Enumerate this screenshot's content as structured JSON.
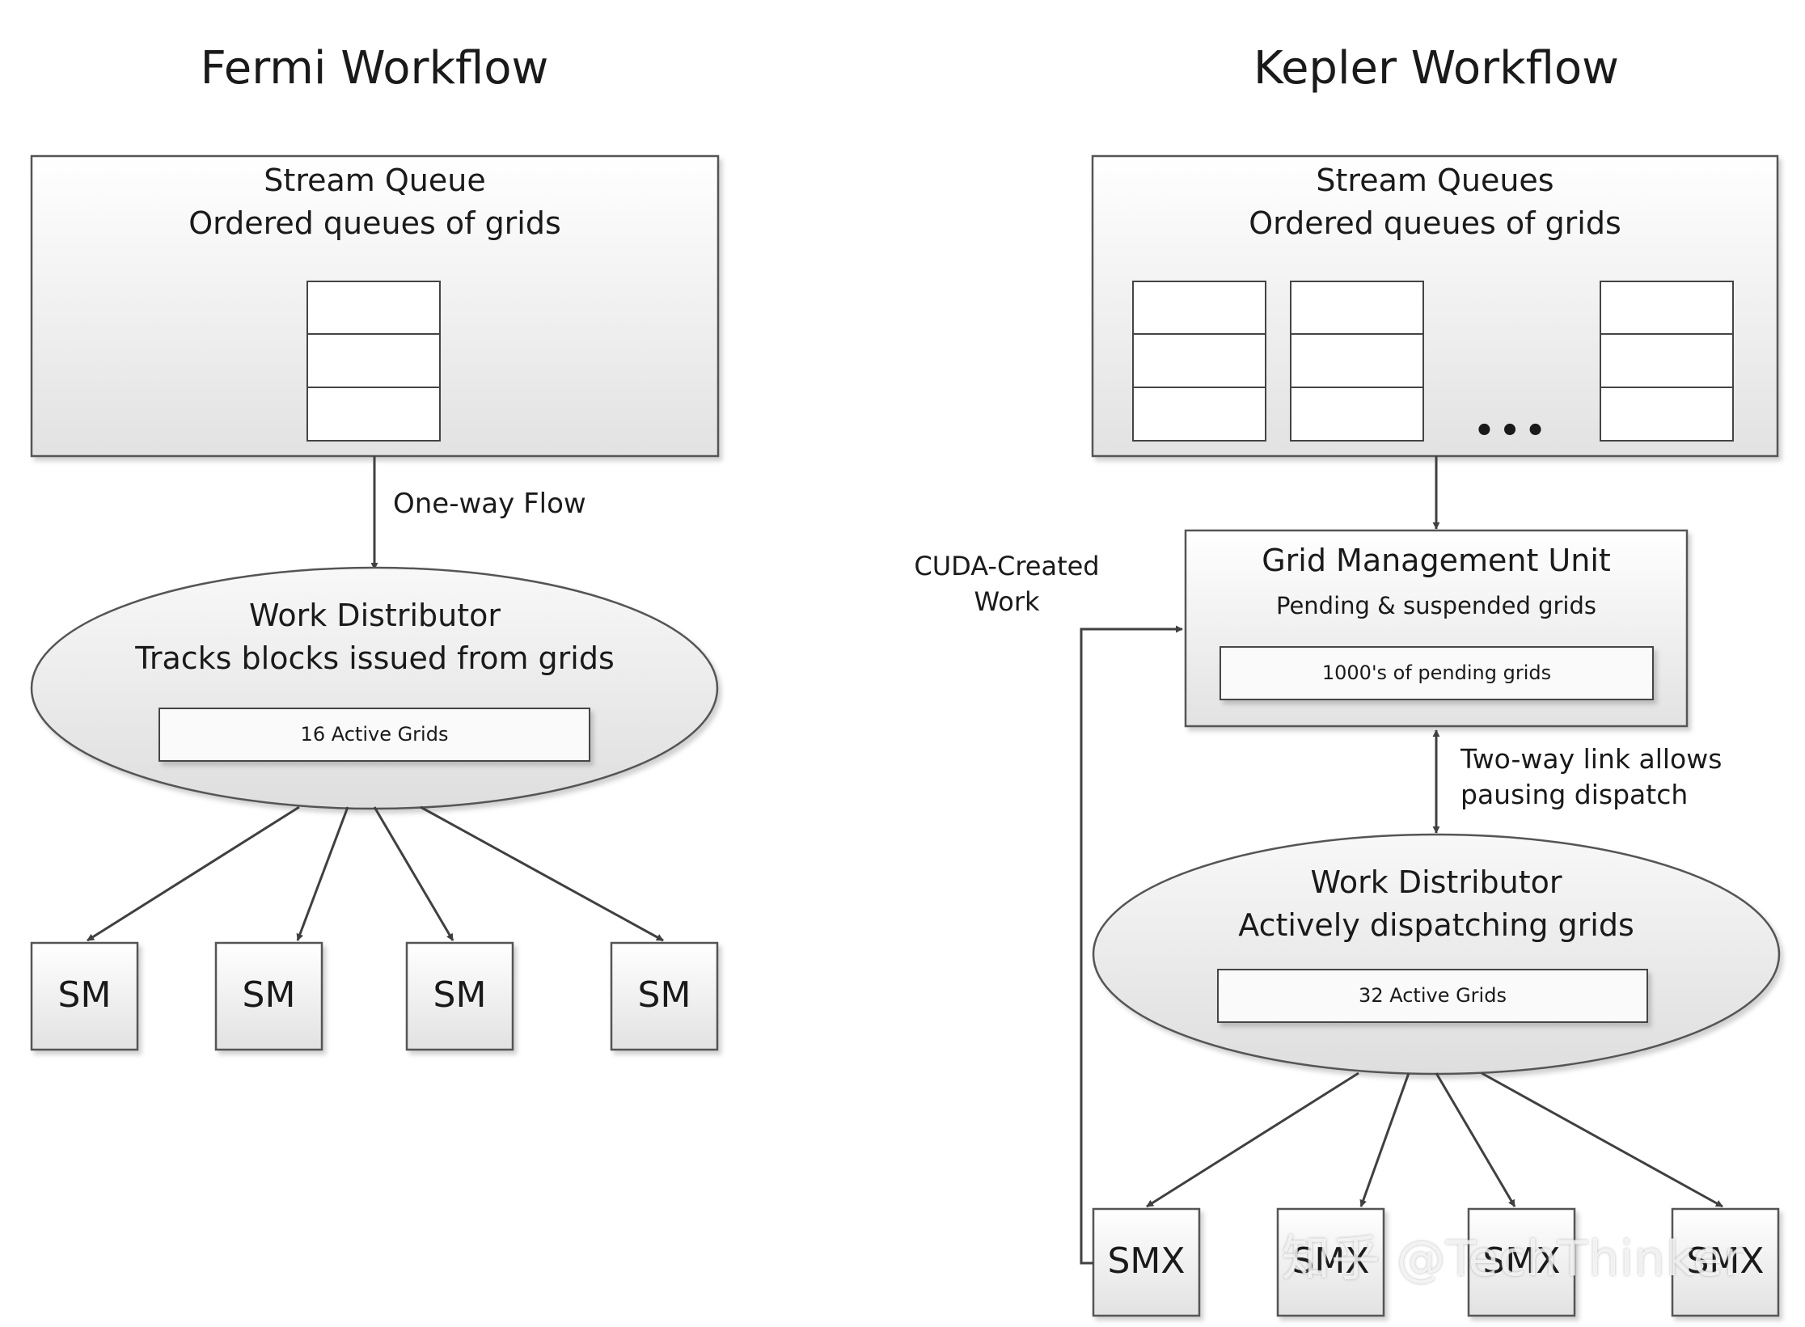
{
  "fermi": {
    "title": "Fermi Workflow",
    "stream": {
      "title": "Stream Queue",
      "subtitle": "Ordered queues of grids",
      "queue_count": 1,
      "slots_per_queue": 3
    },
    "flow_label": "One-way Flow",
    "distributor": {
      "title": "Work Distributor",
      "subtitle": "Tracks blocks issued from grids",
      "active_label": "16 Active Grids"
    },
    "units": [
      "SM",
      "SM",
      "SM",
      "SM"
    ]
  },
  "kepler": {
    "title": "Kepler Workflow",
    "stream": {
      "title": "Stream Queues",
      "subtitle": "Ordered queues of grids",
      "queue_count": 3,
      "slots_per_queue": 3,
      "ellipsis": "•••"
    },
    "gmu": {
      "title": "Grid Management Unit",
      "subtitle": "Pending & suspended grids",
      "pending_label": "1000's of pending grids"
    },
    "link_label": [
      "Two-way link allows",
      "pausing dispatch"
    ],
    "cuda_label": [
      "CUDA-Created",
      "Work"
    ],
    "distributor": {
      "title": "Work Distributor",
      "subtitle": "Actively dispatching grids",
      "active_label": "32 Active Grids"
    },
    "units": [
      "SMX",
      "SMX",
      "SMX",
      "SMX"
    ]
  },
  "watermark": "知乎 @TechThinker",
  "colors": {
    "line": "#404040",
    "box_top": "#ffffff",
    "box_bottom": "#e4e4e4",
    "text": "#1a1a1a"
  }
}
